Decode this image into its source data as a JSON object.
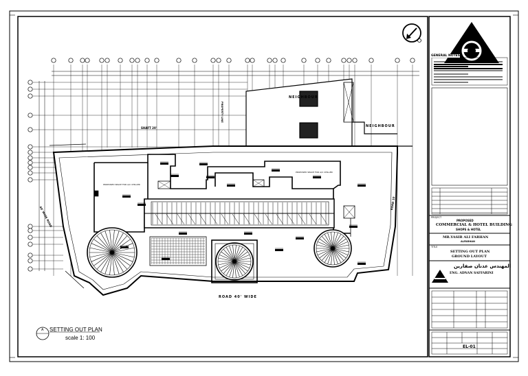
{
  "sheet": {
    "general_notes_title": "GENERAL NOTES",
    "project_label": "PROJECT",
    "project_line1": "PROPOSED",
    "project_line2": "COMMERCIAL & HOTEL BUILDING",
    "project_line3": "SHOPS & HOTEL",
    "owner_line1": "MR.YASIR ALI FARHAN",
    "owner_line2": "ALFARHAN",
    "title_label": "TITLE",
    "drawing_title_line1": "SETTING OUT PLAN",
    "drawing_title_line2": "GROUND LAYOUT",
    "consultant_arabic": "المهندس عدنان صفارين",
    "consultant_name": "ENG. ADNAN SAFFARINI",
    "drawing_number": "EL-01",
    "caption_title": "SETTING OUT PLAN",
    "caption_scale": "scale 1: 100",
    "caption_symbol": "A"
  },
  "plan": {
    "road_top": "NEIGHBOUR",
    "neighbour_right": "NEIGHBOUR",
    "road_bottom": "ROAD 40' WIDE",
    "road_left": "40' WIDE ROAD",
    "road_right": "ROAD 15'",
    "shaft": "SHAFT 20'",
    "property_limit": "PROPERTY LINE",
    "space_left": "PROPOSED SPACE FOR A/C CHILLER",
    "space_right": "PROPOSED SPACE FOR A/C CHILLER"
  }
}
